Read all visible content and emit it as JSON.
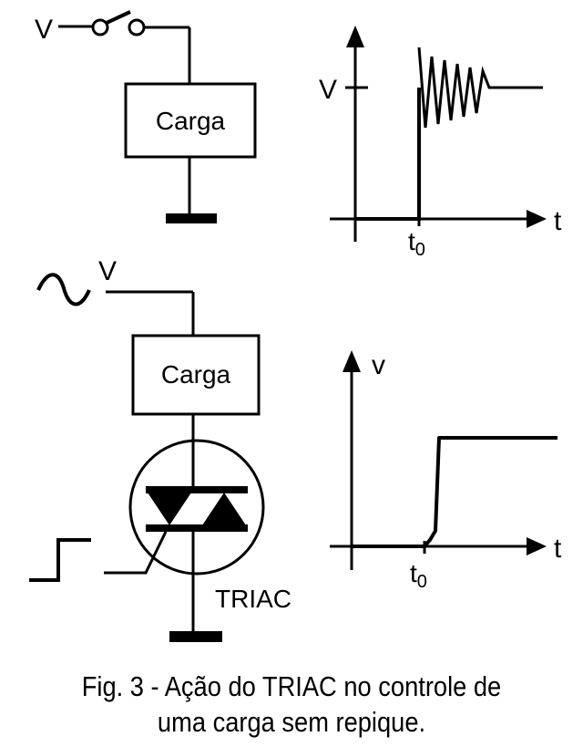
{
  "circuit1": {
    "source_label": "V",
    "load_label": "Carga"
  },
  "graph1": {
    "y_label": "V",
    "level_label": "V",
    "x_label": "t",
    "t0_base": "t",
    "t0_sub": "0"
  },
  "circuit2": {
    "source_label": "V",
    "load_label": "Carga",
    "triac_label": "TRIAC"
  },
  "graph2": {
    "y_label": "v",
    "x_label": "t",
    "t0_base": "t",
    "t0_sub": "0"
  },
  "caption": {
    "line1": "Fig. 3 - Ação do TRIAC no controle de",
    "line2": "uma carga sem repique."
  }
}
